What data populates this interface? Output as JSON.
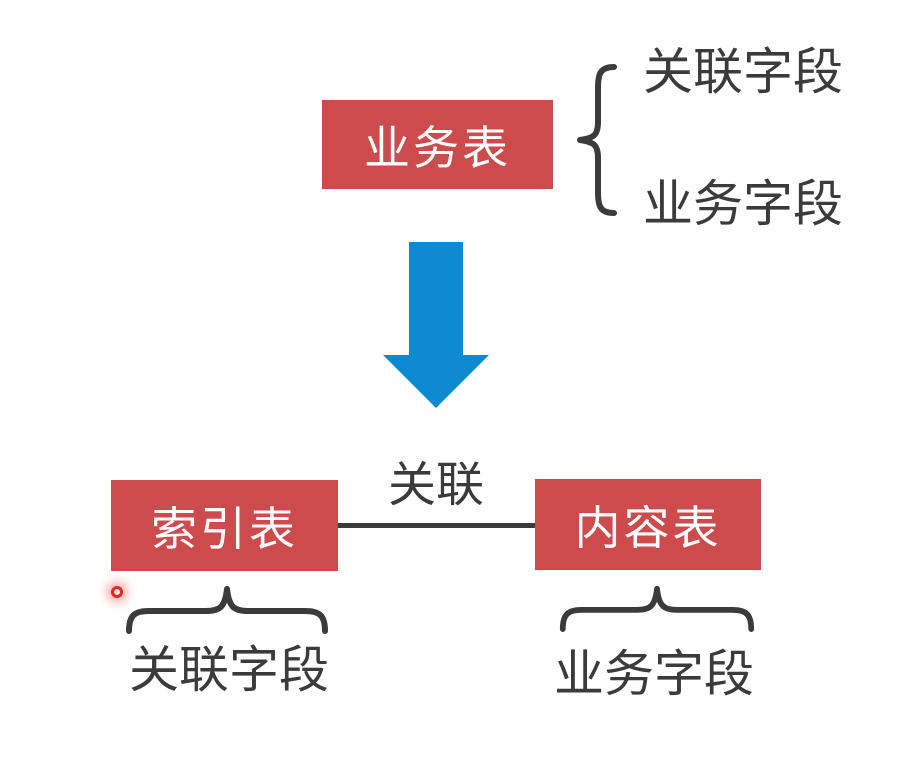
{
  "colors": {
    "box-red": "#cd4a4d",
    "arrow-blue": "#0e8ad2",
    "ink": "#3b3b3b",
    "laser-red": "#e8281d"
  },
  "icons": {
    "down_arrow": "filled down arrow (flow direction)",
    "curly_brace_vertical": "{",
    "curly_brace_horizontal": "⏞",
    "laser_pointer": "red laser pointer dot"
  },
  "top_group": {
    "table": "业务表",
    "fields": [
      {
        "label": "关联字段"
      },
      {
        "label": "业务字段"
      }
    ]
  },
  "bottom_group": {
    "relation": "关联",
    "left": {
      "table": "索引表",
      "field": "关联字段"
    },
    "right": {
      "table": "内容表",
      "field": "业务字段"
    }
  }
}
